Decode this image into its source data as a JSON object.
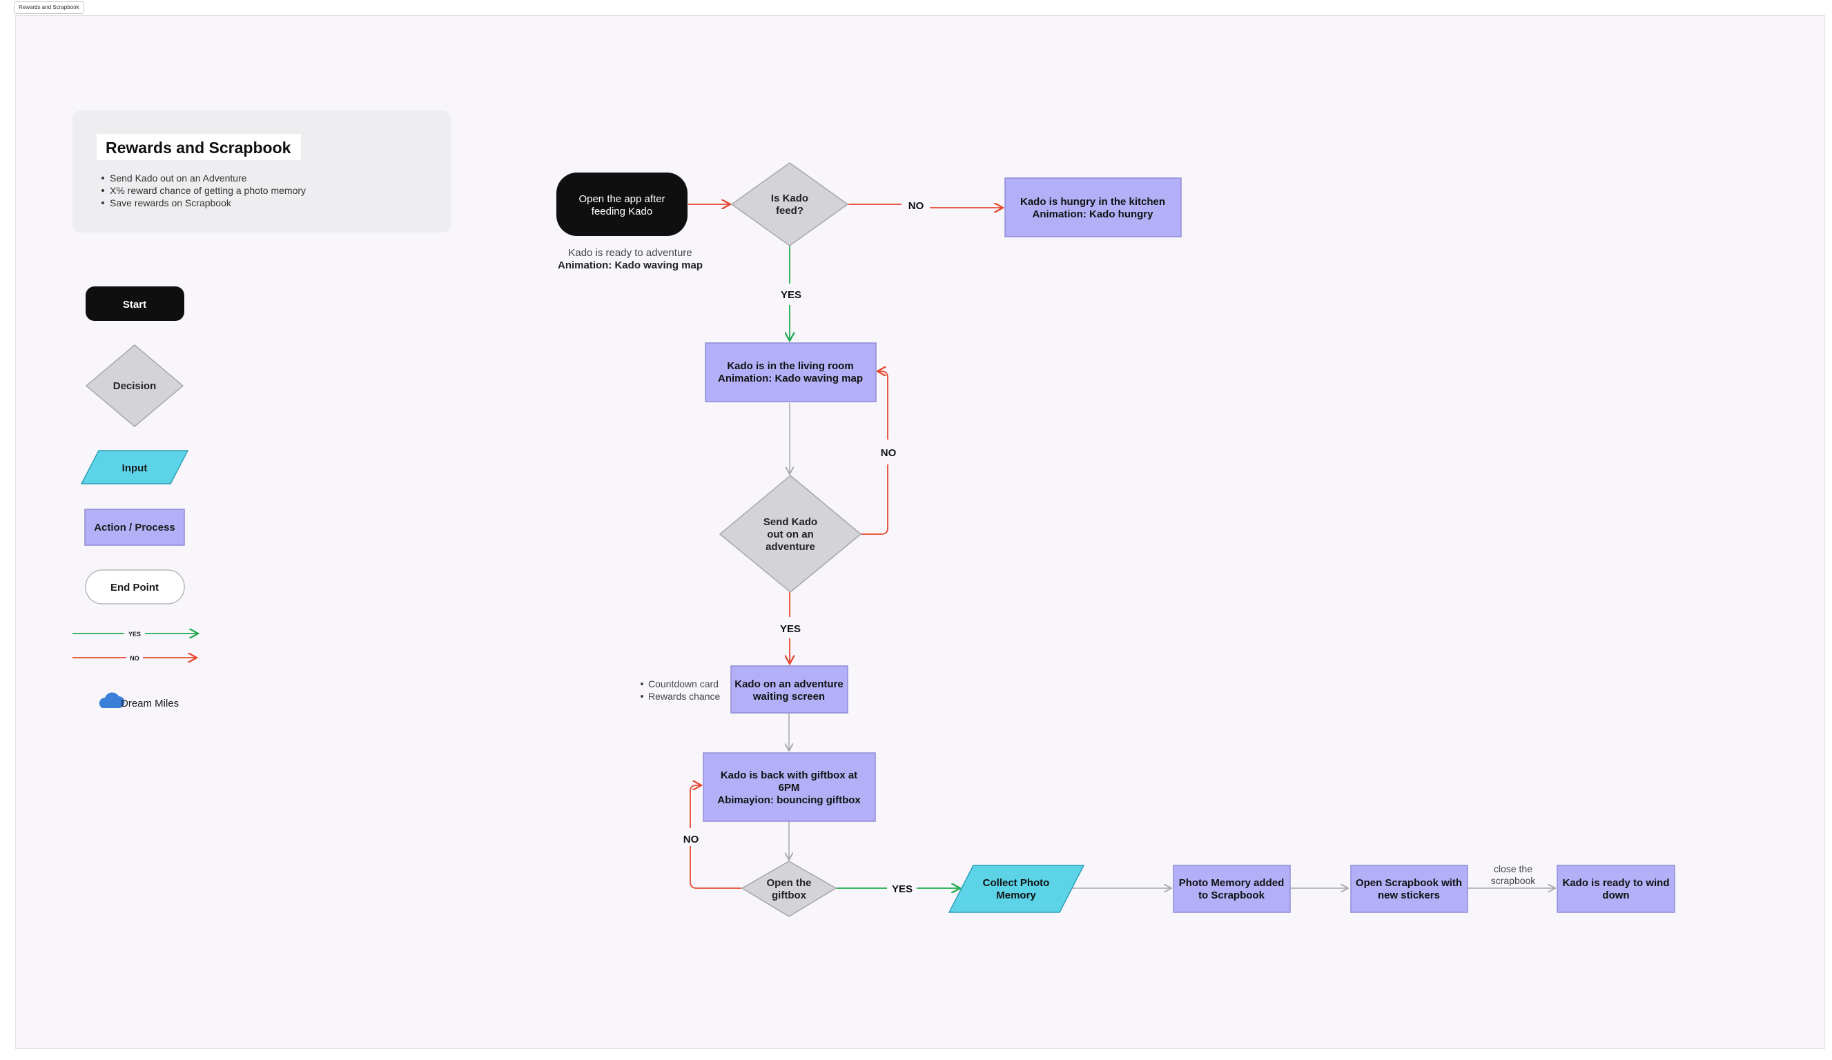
{
  "frame": {
    "tab_label": "Rewards and Scrapbook"
  },
  "intro": {
    "title": "Rewards and Scrapbook",
    "bullets": [
      "Send Kado out on an Adventure",
      "X% reward chance of getting a photo memory",
      "Save rewards on Scrapbook"
    ]
  },
  "legend": {
    "start": "Start",
    "decision": "Decision",
    "input": "Input",
    "action": "Action / Process",
    "end": "End Point",
    "yes": "YES",
    "no": "NO",
    "brand": "Dream Miles"
  },
  "flow": {
    "start": [
      "Open the app after",
      "feeding Kado"
    ],
    "start_note": "Kado is ready to adventure",
    "start_note_bold": "Animation: Kado waving map",
    "decision_fed": [
      "Is Kado",
      "feed?"
    ],
    "hungry": [
      "Kado is hungry in the kitchen",
      "Animation: Kado hungry"
    ],
    "living_room": [
      "Kado is in the living room",
      "Animation: Kado waving map"
    ],
    "decision_send": [
      "Send Kado",
      "out on an",
      "adventure"
    ],
    "waiting": [
      "Kado on an adventure",
      "waiting screen"
    ],
    "waiting_notes": [
      "Countdown card",
      "Rewards chance"
    ],
    "back": [
      "Kado is back with giftbox at",
      "6PM",
      "Abimayion: bouncing giftbox"
    ],
    "decision_giftbox": [
      "Open the",
      "giftbox"
    ],
    "collect": [
      "Collect Photo",
      "Memory"
    ],
    "photo_added": [
      "Photo Memory added",
      "to Scrapbook"
    ],
    "open_scrapbook": [
      "Open Scrapbook with",
      "new stickers"
    ],
    "close_label": [
      "close the",
      "scrapbook"
    ],
    "wind_down": [
      "Kado is ready to wind",
      "down"
    ],
    "label_yes": "YES",
    "label_no": "NO"
  },
  "colors": {
    "action": "#b3b0f7",
    "action_stroke": "#8f8cd8",
    "decision": "#d4d4d8",
    "decision_stroke": "#a6a6ab",
    "input": "#5dd3e8",
    "start": "#0f0f0f",
    "yes": "#1faa4e",
    "no": "#e5482e",
    "neutral": "#a8a8a8"
  }
}
